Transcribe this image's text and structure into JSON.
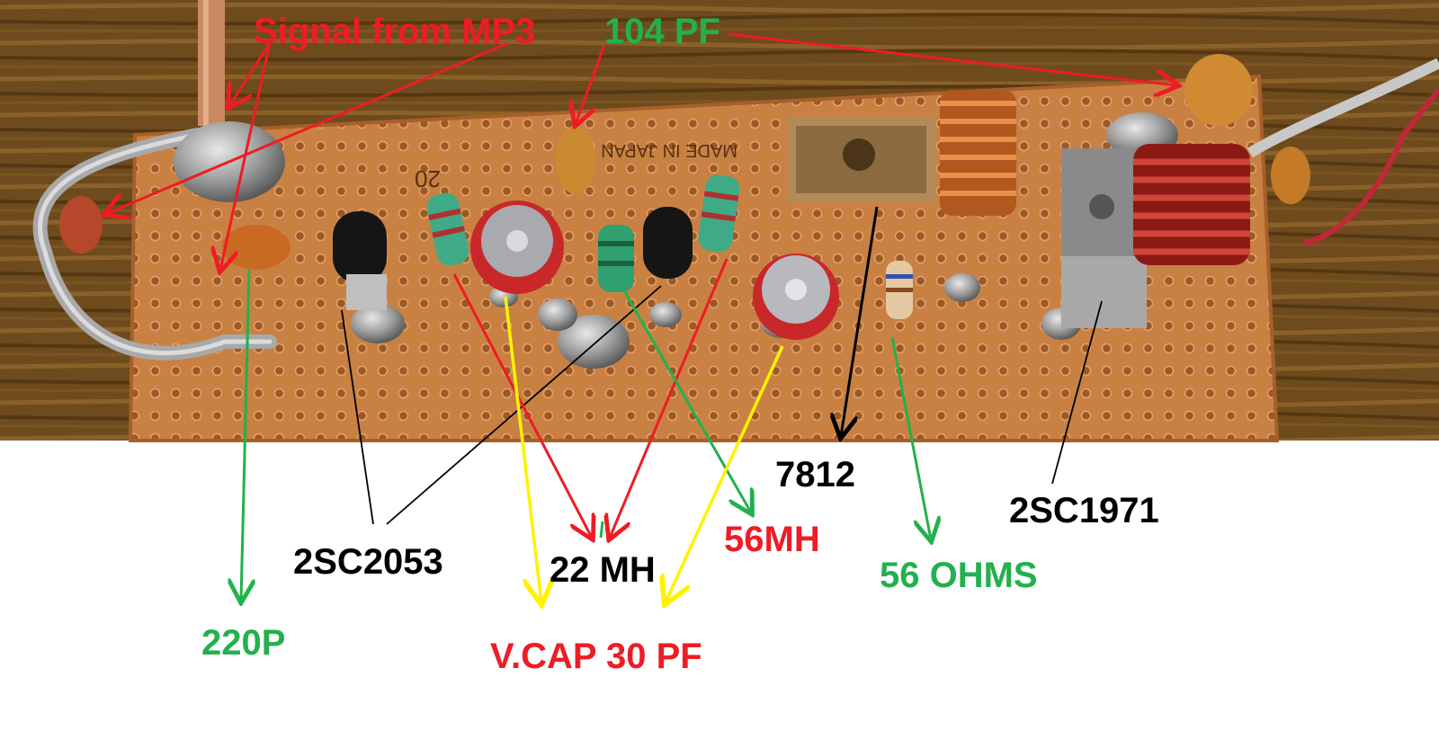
{
  "photo": {
    "board_markings": [
      "20",
      "MADE IN JAPAN"
    ]
  },
  "labels": {
    "signal_from_mp3": "Signal from MP3",
    "cap_104pf": "104 PF",
    "cap_220p": "220P",
    "transistor_2sc2053": "2SC2053",
    "inductor_22mh": "22 MH",
    "vcap_30pf": "V.CAP 30 PF",
    "inductor_56mh": "56MH",
    "regulator_7812": "7812",
    "resistor_56ohms": "56 OHMS",
    "transistor_2sc1971": "2SC1971"
  },
  "colors": {
    "red": "#ee1c24",
    "green": "#22b14c",
    "black": "#000000",
    "yellow": "#fff200",
    "board": "#c87a3c",
    "wood": "#6b4a1c"
  }
}
